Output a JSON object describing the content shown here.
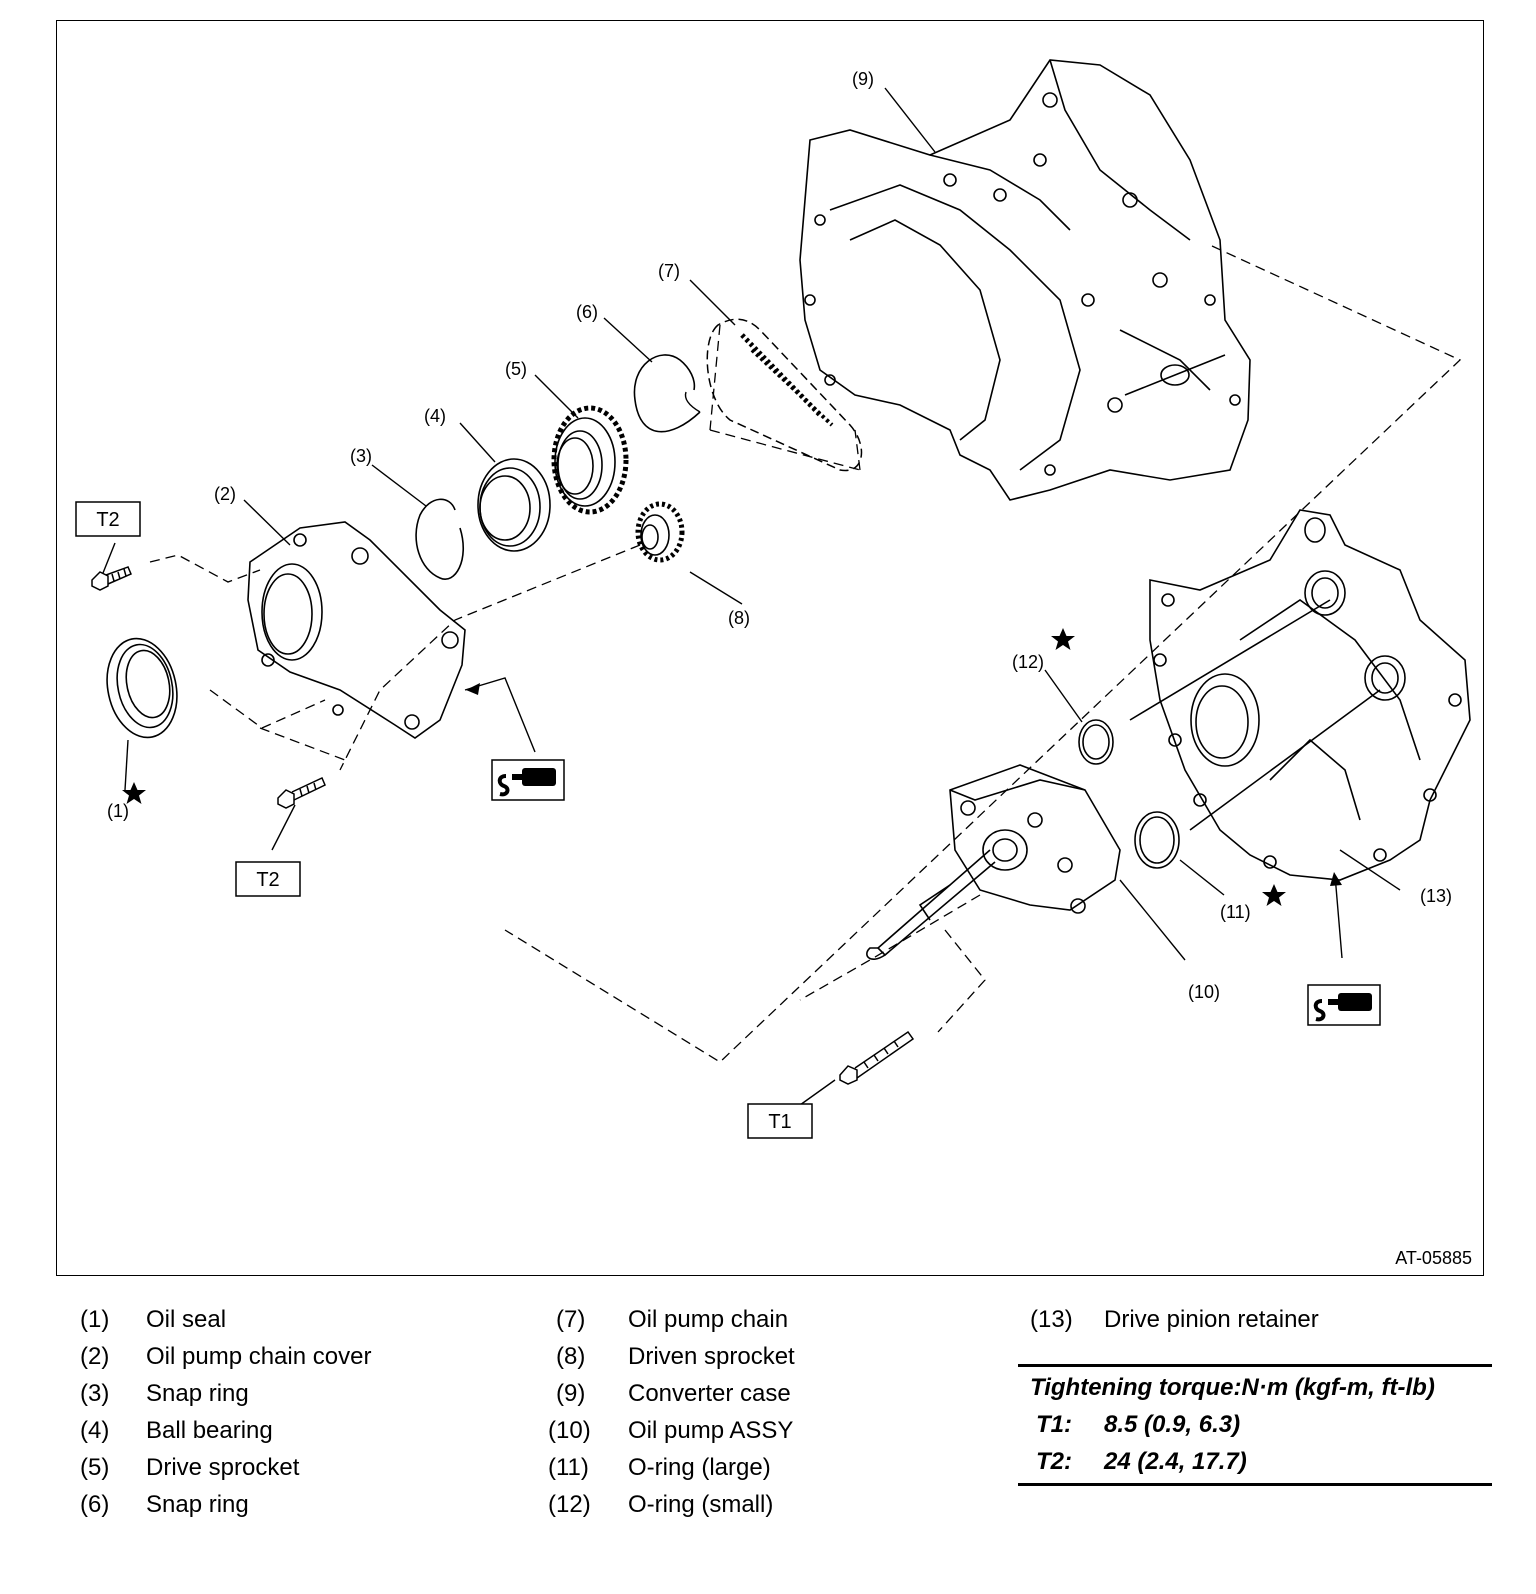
{
  "figure": {
    "id_code": "AT-05885",
    "callouts": {
      "c1": "(1)",
      "c2": "(2)",
      "c3": "(3)",
      "c4": "(4)",
      "c5": "(5)",
      "c6": "(6)",
      "c7": "(7)",
      "c8": "(8)",
      "c9": "(9)",
      "c10": "(10)",
      "c11": "(11)",
      "c12": "(12)",
      "c13": "(13)"
    },
    "torque_boxes": {
      "t1": "T1",
      "t2a": "T2",
      "t2b": "T2"
    },
    "icons": [
      "star-icon",
      "sealant-applicator-icon"
    ]
  },
  "legend": {
    "items": [
      {
        "num": "(1)",
        "name": "Oil seal"
      },
      {
        "num": "(2)",
        "name": "Oil pump chain cover"
      },
      {
        "num": "(3)",
        "name": "Snap ring"
      },
      {
        "num": "(4)",
        "name": "Ball bearing"
      },
      {
        "num": "(5)",
        "name": "Drive sprocket"
      },
      {
        "num": "(6)",
        "name": "Snap ring"
      },
      {
        "num": "(7)",
        "name": "Oil pump chain"
      },
      {
        "num": "(8)",
        "name": "Driven sprocket"
      },
      {
        "num": "(9)",
        "name": "Converter case"
      },
      {
        "num": "(10)",
        "name": "Oil pump ASSY"
      },
      {
        "num": "(11)",
        "name": "O-ring (large)"
      },
      {
        "num": "(12)",
        "name": "O-ring (small)"
      },
      {
        "num": "(13)",
        "name": "Drive pinion retainer"
      }
    ]
  },
  "torque": {
    "heading": "Tightening torque:N·m (kgf-m, ft-lb)",
    "rows": [
      {
        "label": "T1:",
        "value": "8.5 (0.9, 6.3)"
      },
      {
        "label": "T2:",
        "value": "24 (2.4, 17.7)"
      }
    ]
  }
}
